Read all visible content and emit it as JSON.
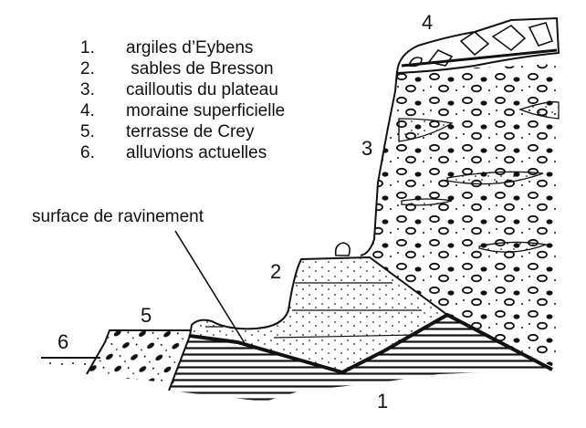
{
  "legend": [
    {
      "num": "1.",
      "label": "argiles d’Eybens"
    },
    {
      "num": "2.",
      "label": " sables de Bresson"
    },
    {
      "num": "3.",
      "label": "cailloutis du plateau"
    },
    {
      "num": "4.",
      "label": "moraine superficielle"
    },
    {
      "num": "5.",
      "label": "terrasse de Crey"
    },
    {
      "num": "6.",
      "label": "alluvions actuelles"
    }
  ],
  "annotation": "surface de ravinement",
  "unit_labels": {
    "u1": "1",
    "u2": "2",
    "u3": "3",
    "u4": "4",
    "u5": "5",
    "u6": "6"
  },
  "colors": {
    "ink": "#111111",
    "paper": "#ffffff"
  }
}
